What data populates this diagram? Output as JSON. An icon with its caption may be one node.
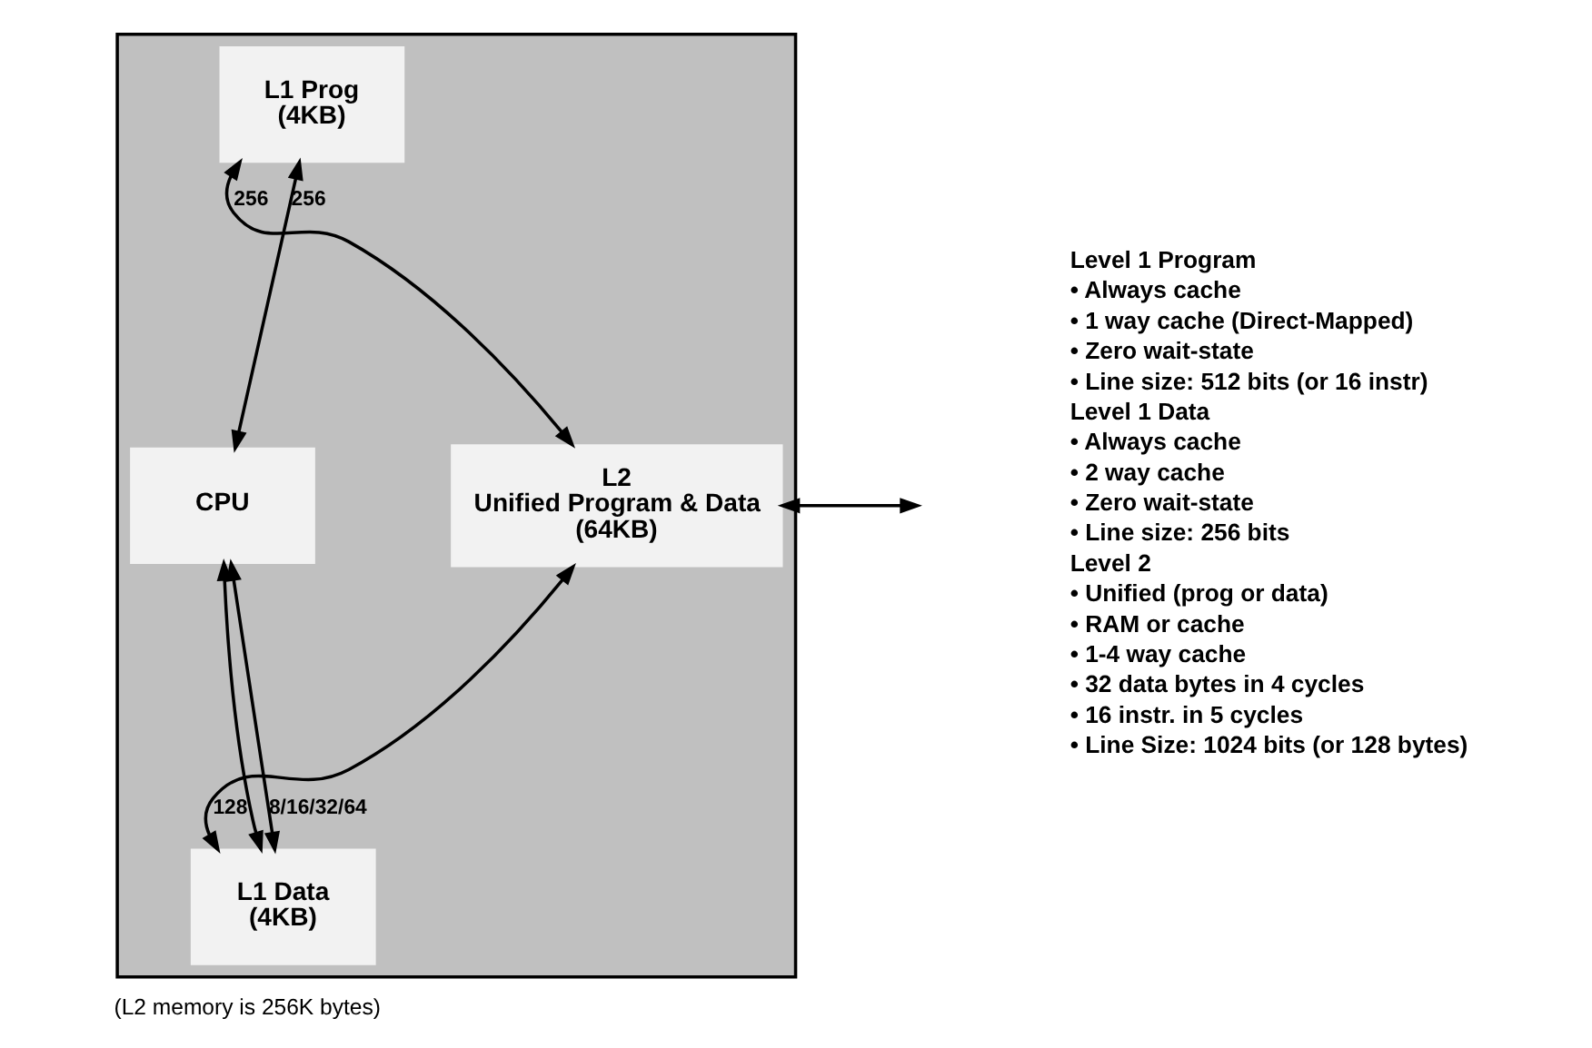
{
  "diagram": {
    "caption": "(L2 memory is 256K bytes)",
    "nodes": [
      {
        "text": [],
        "shape": "box"
      },
      {
        "text": [
          "L1 Prog",
          "(4KB)"
        ],
        "in": 0
      },
      {
        "text": [
          "L2",
          "Unified Program & Data",
          "(64KB)"
        ],
        "in": 0
      },
      {
        "text": [
          "CPU"
        ],
        "in": 0
      },
      {
        "text": [
          "L1 Data",
          "(4KB)"
        ],
        "in": 0
      }
    ],
    "edges": [
      {
        "from": 1,
        "to": 2,
        "arrow": "both",
        "label": "256"
      },
      {
        "from": 1,
        "to": 3,
        "arrow": "both",
        "label": "256"
      },
      {
        "from": 3,
        "to": 4,
        "arrow": "both"
      },
      {
        "from": 3,
        "to": 4,
        "arrow": "both",
        "label": "8/16/32/64"
      },
      {
        "from": 4,
        "to": 2,
        "arrow": "both",
        "label": "128"
      },
      {
        "from": 2,
        "to": null,
        "arrow": "both"
      }
    ],
    "labels": [
      "Level 1 Program",
      "• Always cache",
      "• 1 way cache (Direct-Mapped)",
      "• Zero wait-state",
      "• Line size: 512 bits (or 16 instr)",
      "Level 1 Data",
      "• Always cache",
      "• 2 way cache",
      "• Zero wait-state",
      "• Line size: 256 bits",
      "Level 2",
      "• Unified (prog or data)",
      "• RAM or cache",
      "• 1-4 way cache",
      "• 32 data bytes in 4 cycles",
      "• 16 instr. in 5 cycles",
      "• Line Size: 1024 bits (or 128 bytes)"
    ]
  }
}
